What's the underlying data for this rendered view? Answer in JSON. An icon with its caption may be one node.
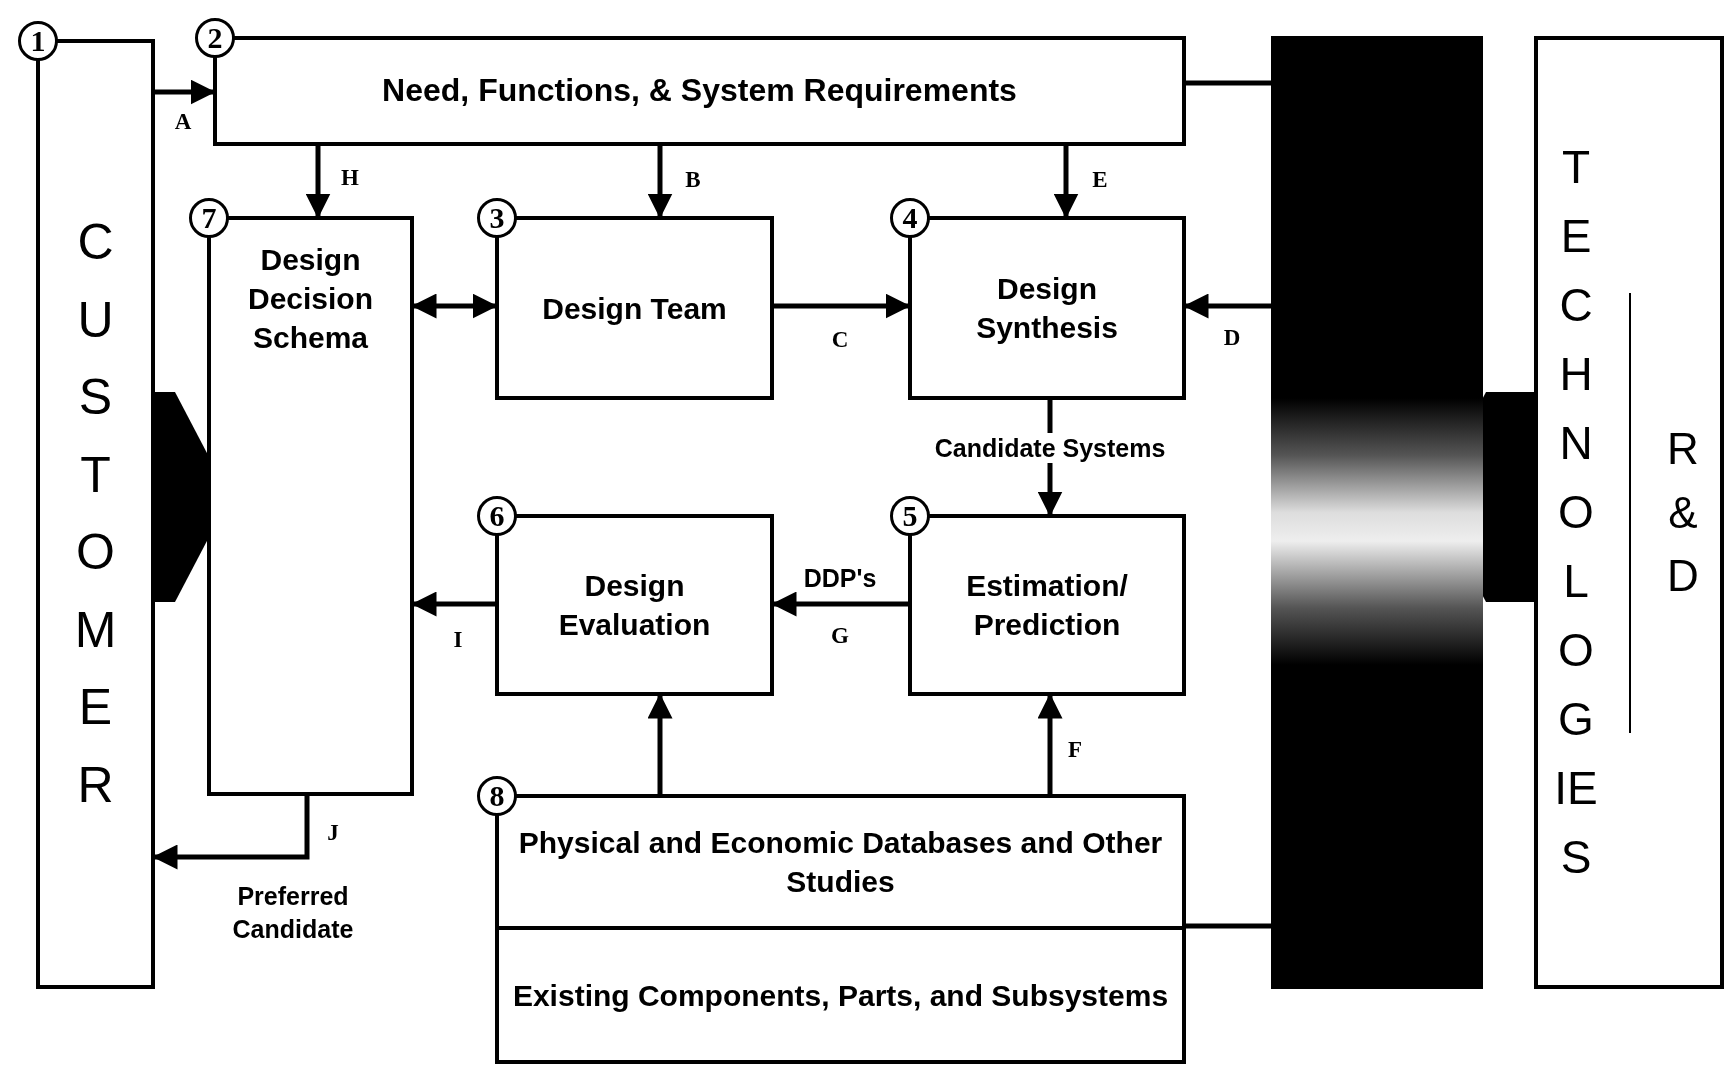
{
  "diagram": {
    "nodes": [
      {
        "text": [
          "1",
          "CUSTOMER"
        ]
      },
      {
        "text": [
          "2",
          "Need, Functions, & System Requirements"
        ]
      },
      {
        "text": [
          "7",
          "Design Decision Schema"
        ]
      },
      {
        "text": [
          "3",
          "Design Team"
        ]
      },
      {
        "text": [
          "4",
          "Design Synthesis"
        ]
      },
      {
        "text": [
          "6",
          "Design Evaluation"
        ]
      },
      {
        "text": [
          "5",
          "Estimation/ Prediction"
        ]
      },
      {
        "text": [
          "8"
        ]
      },
      {
        "text": [
          "Physical and Economic Databases and Other Studies"
        ],
        "in": 7
      },
      {
        "text": [
          "Existing Components, Parts, and Subsystems"
        ],
        "in": 7
      },
      {
        "text": [],
        "shape": "bar"
      },
      {
        "text": [
          "TECHNOLOGIES",
          "R&D"
        ]
      }
    ],
    "edges": [
      {
        "from": 0,
        "to": 1,
        "arrow": "to",
        "label": "A"
      },
      {
        "from": 1,
        "to": 2,
        "arrow": "to",
        "label": "H"
      },
      {
        "from": 1,
        "to": 3,
        "arrow": "to",
        "label": "B"
      },
      {
        "from": 1,
        "to": 4,
        "arrow": "to",
        "label": "E"
      },
      {
        "from": 2,
        "to": 3,
        "arrow": "both"
      },
      {
        "from": 3,
        "to": 4,
        "arrow": "to",
        "label": "C"
      },
      {
        "from": 10,
        "to": 4,
        "arrow": "to",
        "label": "D"
      },
      {
        "from": 4,
        "to": 6,
        "arrow": "to",
        "label": "Candidate Systems"
      },
      {
        "from": 6,
        "to": 5,
        "arrow": "to",
        "label": "G"
      },
      {
        "from": 5,
        "to": 2,
        "arrow": "to",
        "label": "I"
      },
      {
        "from": 8,
        "to": 5,
        "arrow": "to"
      },
      {
        "from": 8,
        "to": 6,
        "arrow": "to",
        "label": "F"
      },
      {
        "from": 2,
        "to": 0,
        "arrow": "to",
        "label": "J"
      },
      {
        "from": 1,
        "to": 10,
        "arrow": "none"
      },
      {
        "from": 7,
        "to": 10,
        "arrow": "none"
      },
      {
        "from": 0,
        "to": 2,
        "arrow": "to",
        "style": "thick"
      },
      {
        "from": 11,
        "to": 10,
        "arrow": "to",
        "style": "thick"
      }
    ],
    "labels": [
      "DDP's",
      "Preferred Candidate"
    ]
  }
}
